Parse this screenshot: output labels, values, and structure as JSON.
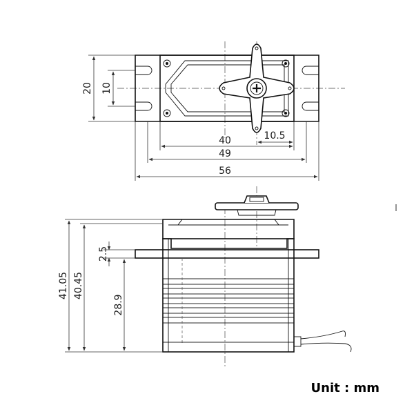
{
  "unit_label": "Unit : mm",
  "top_view": {
    "dimensions": {
      "height_outer": "20",
      "height_inner": "10",
      "width_body": "40",
      "width_tabs_hole": "49",
      "width_total": "56",
      "shaft_offset": "10.5"
    }
  },
  "side_view": {
    "dimensions": {
      "total_height": "41.05",
      "case_height": "40.45",
      "flange_thickness": "2.5",
      "flange_height": "28.9"
    }
  }
}
